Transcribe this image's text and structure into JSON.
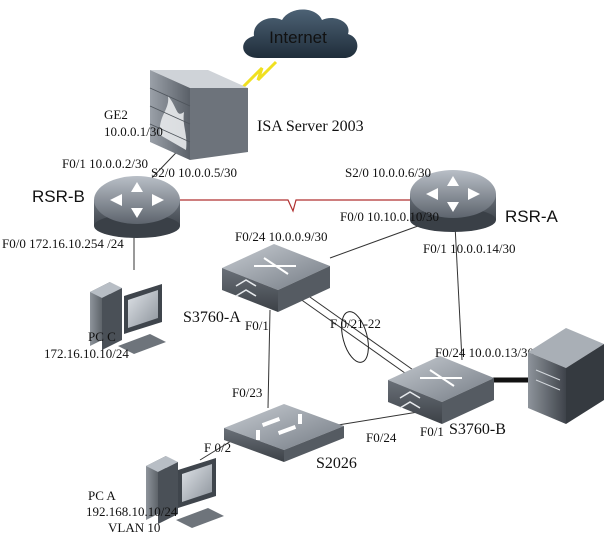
{
  "nodes": {
    "internet": {
      "label": "Internet"
    },
    "firewall": {
      "label": "ISA Server 2003",
      "ge2_port": "GE2",
      "ge2_ip": "10.0.0.1/30"
    },
    "rsr_b": {
      "label": "RSR-B",
      "f01": "F0/1 10.0.0.2/30",
      "s20": "S2/0 10.0.0.5/30",
      "f00": "F0/0 172.16.10.254 /24"
    },
    "rsr_a": {
      "label": "RSR-A",
      "s20": "S2/0 10.0.0.6/30",
      "f00": "F0/0 10.10.0.10/30",
      "f01": "F0/1   10.0.0.14/30"
    },
    "s3760_a": {
      "label": "S3760-A",
      "f024": "F0/24 10.0.0.9/30",
      "f01": "F0/1",
      "f021_22": "F 0/21-22"
    },
    "s3760_b": {
      "label": "S3760-B",
      "f024": "F0/24 10.0.0.13/30",
      "f01": "F0/1"
    },
    "s2026": {
      "label": "S2026",
      "f023": "F0/23",
      "f02": "F 0/2",
      "f024": "F0/24"
    },
    "pc_c": {
      "label": "PC C",
      "ip": "172.16.10.10/24"
    },
    "pc_a": {
      "label": "PC A",
      "ip": "192.168.10.10/24",
      "vlan": "VLAN 10"
    },
    "server": {}
  }
}
